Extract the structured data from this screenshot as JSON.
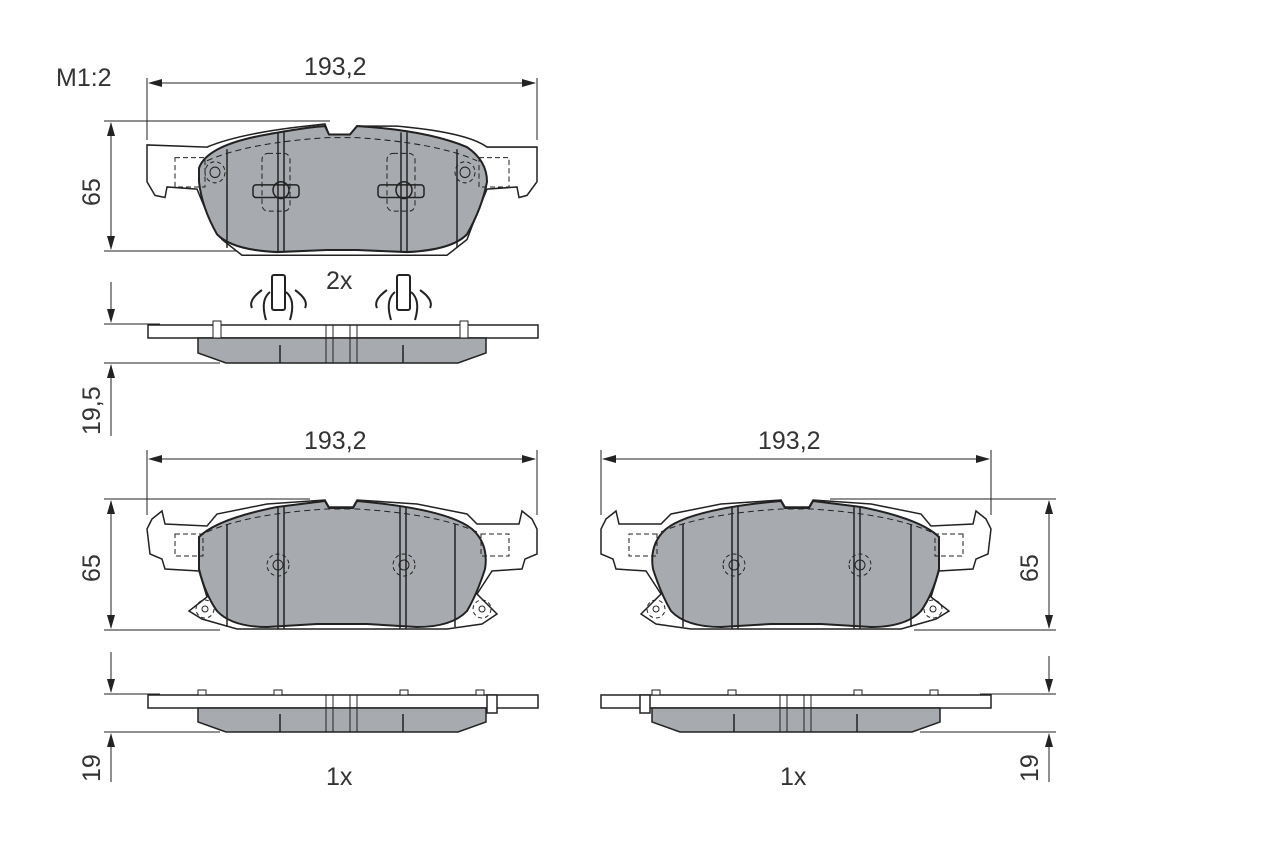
{
  "drawing": {
    "scale_label": "M1:2",
    "colors": {
      "pad_fill": "#a7abb0",
      "line": "#222222",
      "text": "#333333",
      "background": "#ffffff"
    },
    "views": [
      {
        "id": "top-pad-front",
        "width_label": "193,2",
        "height_label": "65"
      },
      {
        "id": "top-pad-side",
        "thickness_label": "19,5",
        "quantity_label": "2x"
      },
      {
        "id": "bottom-left-pad-front",
        "width_label": "193,2",
        "height_label": "65"
      },
      {
        "id": "bottom-left-pad-side",
        "thickness_label": "19",
        "quantity_label": "1x"
      },
      {
        "id": "bottom-right-pad-front",
        "width_label": "193,2",
        "height_label": "65"
      },
      {
        "id": "bottom-right-pad-side",
        "thickness_label": "19",
        "quantity_label": "1x"
      }
    ]
  }
}
